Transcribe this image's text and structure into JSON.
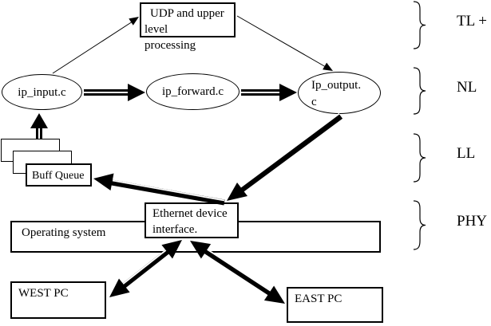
{
  "diagram": {
    "title_hint": "IP forwarding path through network stack layers",
    "boxes": {
      "udp": {
        "line1": "UDP and upper",
        "line2": "level",
        "line3": "processing"
      },
      "buff_queue": {
        "label": "Buff Queue"
      },
      "operating_system": {
        "label": "Operating system"
      },
      "ethernet": {
        "line1": "Ethernet device",
        "line2": "interface."
      },
      "west_pc": {
        "label": "WEST PC"
      },
      "east_pc": {
        "label": "EAST PC"
      }
    },
    "ellipses": {
      "ip_input": {
        "label": "ip_input.c"
      },
      "ip_forward": {
        "label": "ip_forward.c"
      },
      "ip_output": {
        "line1": "Ip_output.",
        "line2": "c"
      }
    },
    "layer_labels": [
      {
        "label": "TL +"
      },
      {
        "label": "NL"
      },
      {
        "label": "LL"
      },
      {
        "label": "PHY"
      }
    ],
    "icons": {
      "braces": "right-curly-brace"
    },
    "colors": {
      "ink": "#000000",
      "background": "#ffffff"
    }
  }
}
